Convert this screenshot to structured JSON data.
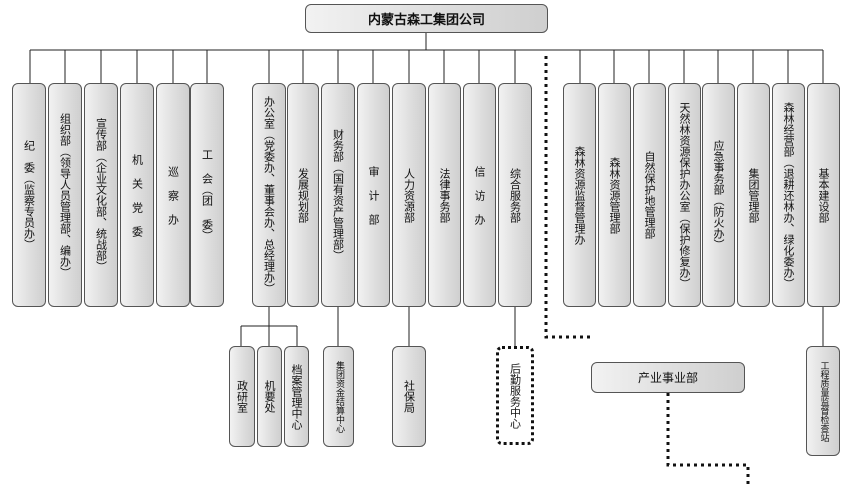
{
  "root": "内蒙古森工集团公司",
  "departments": [
    "纪　委（监察专员办）",
    "组织部（领导人员管理部、编办）",
    "宣传部（企业文化部、统战部）",
    "机 关 党 委",
    "巡 察 办",
    "工 会（团 委）",
    "办公室（党委办、董事会办、总经理办）",
    "发展规划部",
    "财务部（国有资产管理部）",
    "审 计 部",
    "人力资源部",
    "法律事务部",
    "信 访 办",
    "综合服务部",
    "森林资源监督管理办",
    "森林资源管理部",
    "自然保护地管理部",
    "天然林资源保护办公室（保护修复办）",
    "应急事务部（防火办）",
    "集团管理部",
    "森林经营部（退耕还林办、绿化委办）",
    "基本建设部"
  ],
  "sub_units": {
    "office": [
      "政研室",
      "机要处",
      "档案管理中心"
    ],
    "finance": "集团资金结算中心",
    "hr": "社保局",
    "service": "后勤服务中心",
    "construction": "工程质量监督检查站"
  },
  "industry": "产业事业部"
}
